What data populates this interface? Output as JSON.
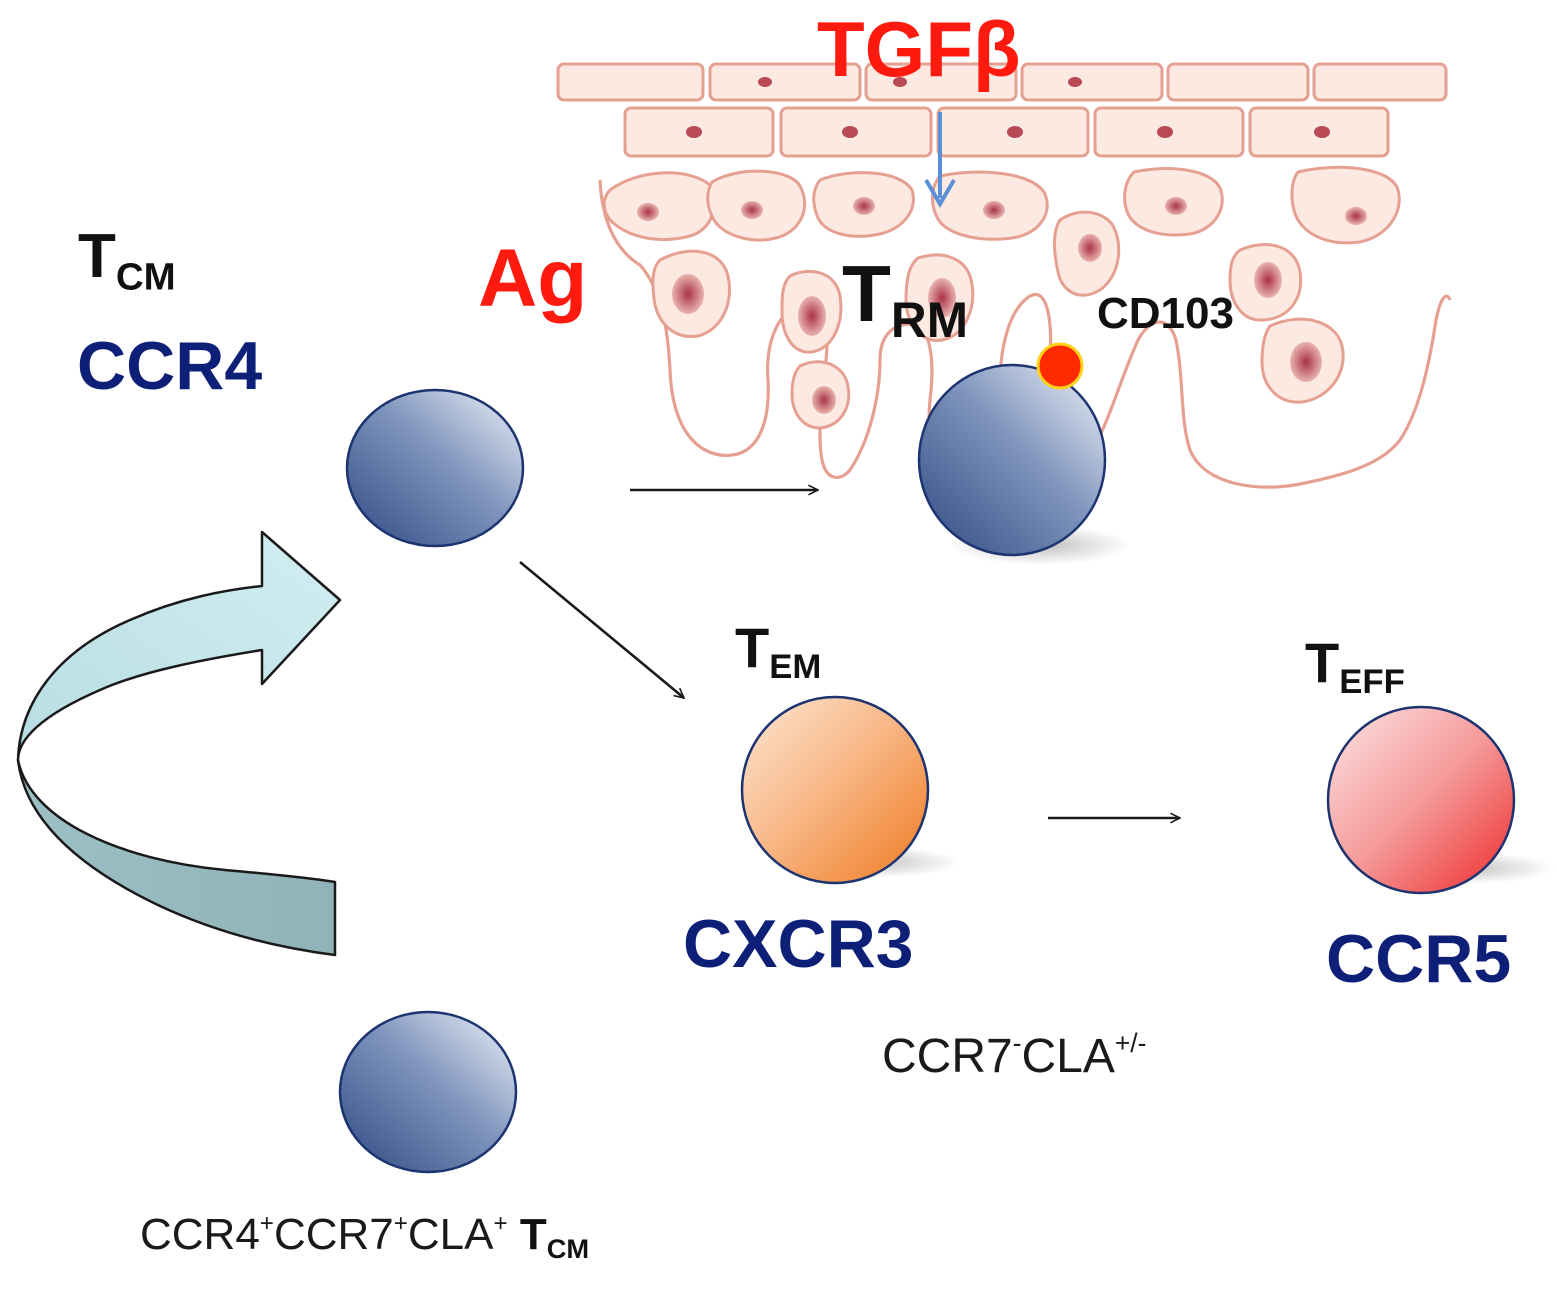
{
  "labels": {
    "tgf": "TGFβ",
    "ag": "Ag",
    "tcm_main": "T",
    "tcm_sub": "CM",
    "ccr4": "CCR4",
    "trm_main": "T",
    "trm_sub": "RM",
    "cd103": "CD103",
    "tem_main": "T",
    "tem_sub": "EM",
    "teff_main": "T",
    "teff_sub": "EFF",
    "cxcr3": "CXCR3",
    "ccr5": "CCR5",
    "ccr7_a": "CCR7",
    "ccr7_a_sup": "-",
    "ccr7_b": "CLA",
    "ccr7_b_sup": "+/-",
    "bottom_a": "CCR4",
    "bottom_a_sup": "+",
    "bottom_b": "CCR7",
    "bottom_b_sup": "+",
    "bottom_c": "CLA",
    "bottom_c_sup": "+",
    "bottom_t": "T",
    "bottom_t_sub": "CM"
  },
  "colors": {
    "cell_blue": "#2f4a82",
    "cell_orange": "#f08a3a",
    "cell_red": "#f0343a",
    "tissue_fill": "#fbe9e2",
    "tissue_stroke": "#e6a092",
    "nucleus": "#b84a55",
    "cd103_dot": "#ff2a00",
    "cycle_arrow": "#bfe4ea",
    "text_blue": "#0e1f78",
    "text_red": "#ff1a0f"
  }
}
